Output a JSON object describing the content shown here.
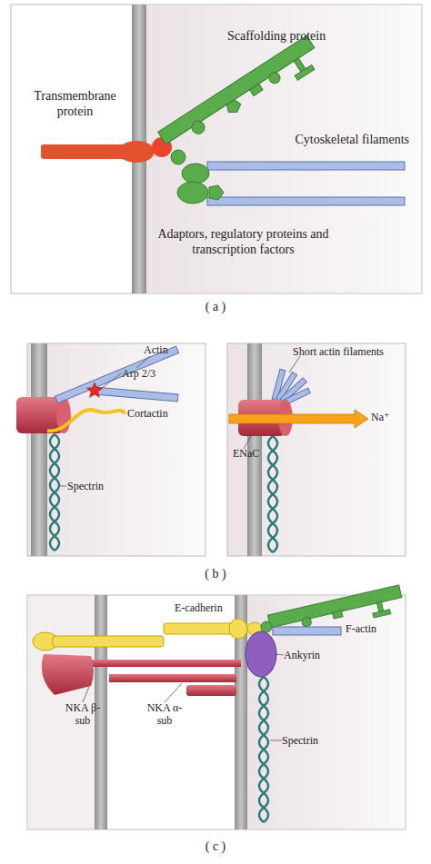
{
  "diagram": {
    "labels": [
      "Transmembrane protein",
      "Scaffolding protein",
      "Cytoskeletal filaments",
      "Adaptors, regulatory proteins and transcription factors",
      "( a )",
      "Actin",
      "Arp 2/3",
      "Cortactin",
      "Spectrin",
      "Short actin filaments",
      "Na⁺",
      "ENaC",
      "( b )",
      "E-cadherin",
      "F-actin",
      "Ankyrin",
      "Spectrin",
      "NKA β-sub",
      "NKA α-sub",
      "( c )"
    ]
  }
}
